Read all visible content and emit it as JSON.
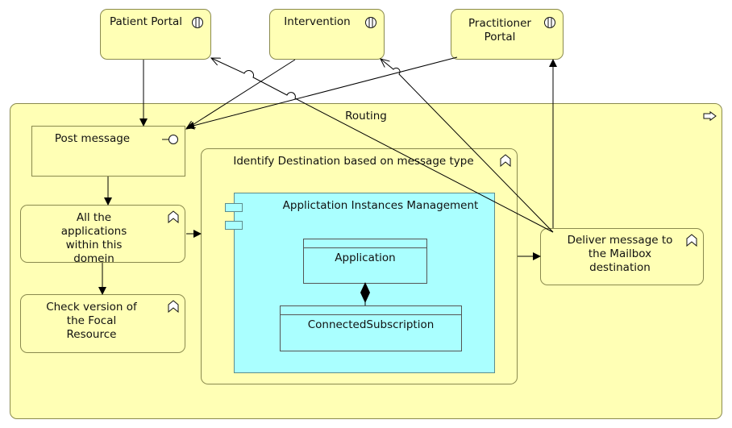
{
  "diagram": {
    "routing": {
      "label": "Routing"
    },
    "interfaces": [
      {
        "label": "Patient Portal"
      },
      {
        "label": "Intervention"
      },
      {
        "label": "Practitioner Portal"
      }
    ],
    "processes": {
      "post_message": {
        "label": "Post message"
      },
      "all_applications": {
        "label": "All the applications within this domein"
      },
      "check_version": {
        "label": "Check version of the Focal Resource"
      },
      "identify_destination": {
        "label": "Identify Destination based on message type"
      },
      "deliver_message": {
        "label": "Deliver message to the Mailbox destination"
      }
    },
    "component": {
      "label": "Applictation Instances Management",
      "classes": [
        {
          "label": "Application"
        },
        {
          "label": "ConnectedSubscription"
        }
      ]
    },
    "colors": {
      "business_yellow": "#ffffb5",
      "application_cyan": "#aaffff",
      "line": "#000000"
    },
    "icons": [
      "interface-icon",
      "process-icon",
      "function-icon",
      "component-icon"
    ]
  }
}
